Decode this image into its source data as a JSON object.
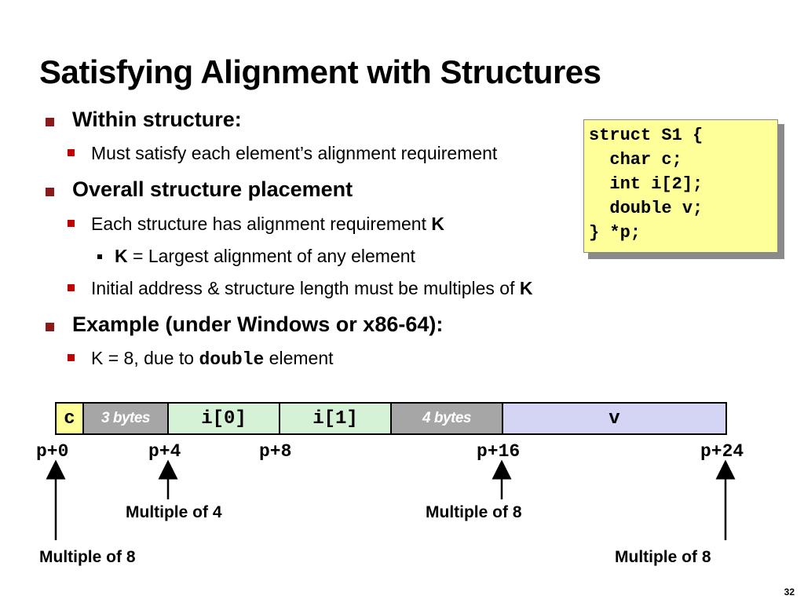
{
  "slide": {
    "title": "Satisfying Alignment with Structures",
    "page_number": "32"
  },
  "bullets": {
    "within_structure": "Within structure:",
    "must_satisfy": "Must satisfy each element’s alignment requirement",
    "overall_placement": "Overall structure placement",
    "each_structure_prefix": "Each structure has alignment requirement ",
    "each_structure_k": "K",
    "k_label": "K",
    "k_definition": " = Largest alignment of any element",
    "initial_address_prefix": "Initial address & structure length must be multiples of ",
    "initial_address_k": "K",
    "example": "Example (under Windows or x86-64):",
    "k_eq_prefix": "K = 8, due to ",
    "k_eq_code": "double",
    "k_eq_suffix": " element"
  },
  "code": {
    "lines": [
      "struct S1 {",
      "  char c;",
      "  int i[2];",
      "  double v;",
      "} *p;"
    ]
  },
  "memory_layout": {
    "cells": [
      {
        "label": "c",
        "color": "#ffff99",
        "kind": "field"
      },
      {
        "label": "3 bytes",
        "color": "#a6a6a6",
        "kind": "padding"
      },
      {
        "label": "i[0]",
        "color": "#d6f2d6",
        "kind": "field"
      },
      {
        "label": "i[1]",
        "color": "#d6f2d6",
        "kind": "field"
      },
      {
        "label": "4 bytes",
        "color": "#a6a6a6",
        "kind": "padding"
      },
      {
        "label": "v",
        "color": "#d4d4f5",
        "kind": "field"
      }
    ],
    "addresses": [
      "p+0",
      "p+4",
      "p+8",
      "p+16",
      "p+24"
    ],
    "annotations": {
      "p0": "Multiple of 8",
      "p4": "Multiple of 4",
      "p16": "Multiple of 8",
      "p24": "Multiple of 8"
    }
  },
  "colors": {
    "bullet_level1": "#8b1a1a",
    "bullet_level2": "#c00000",
    "code_background": "#ffff99"
  }
}
